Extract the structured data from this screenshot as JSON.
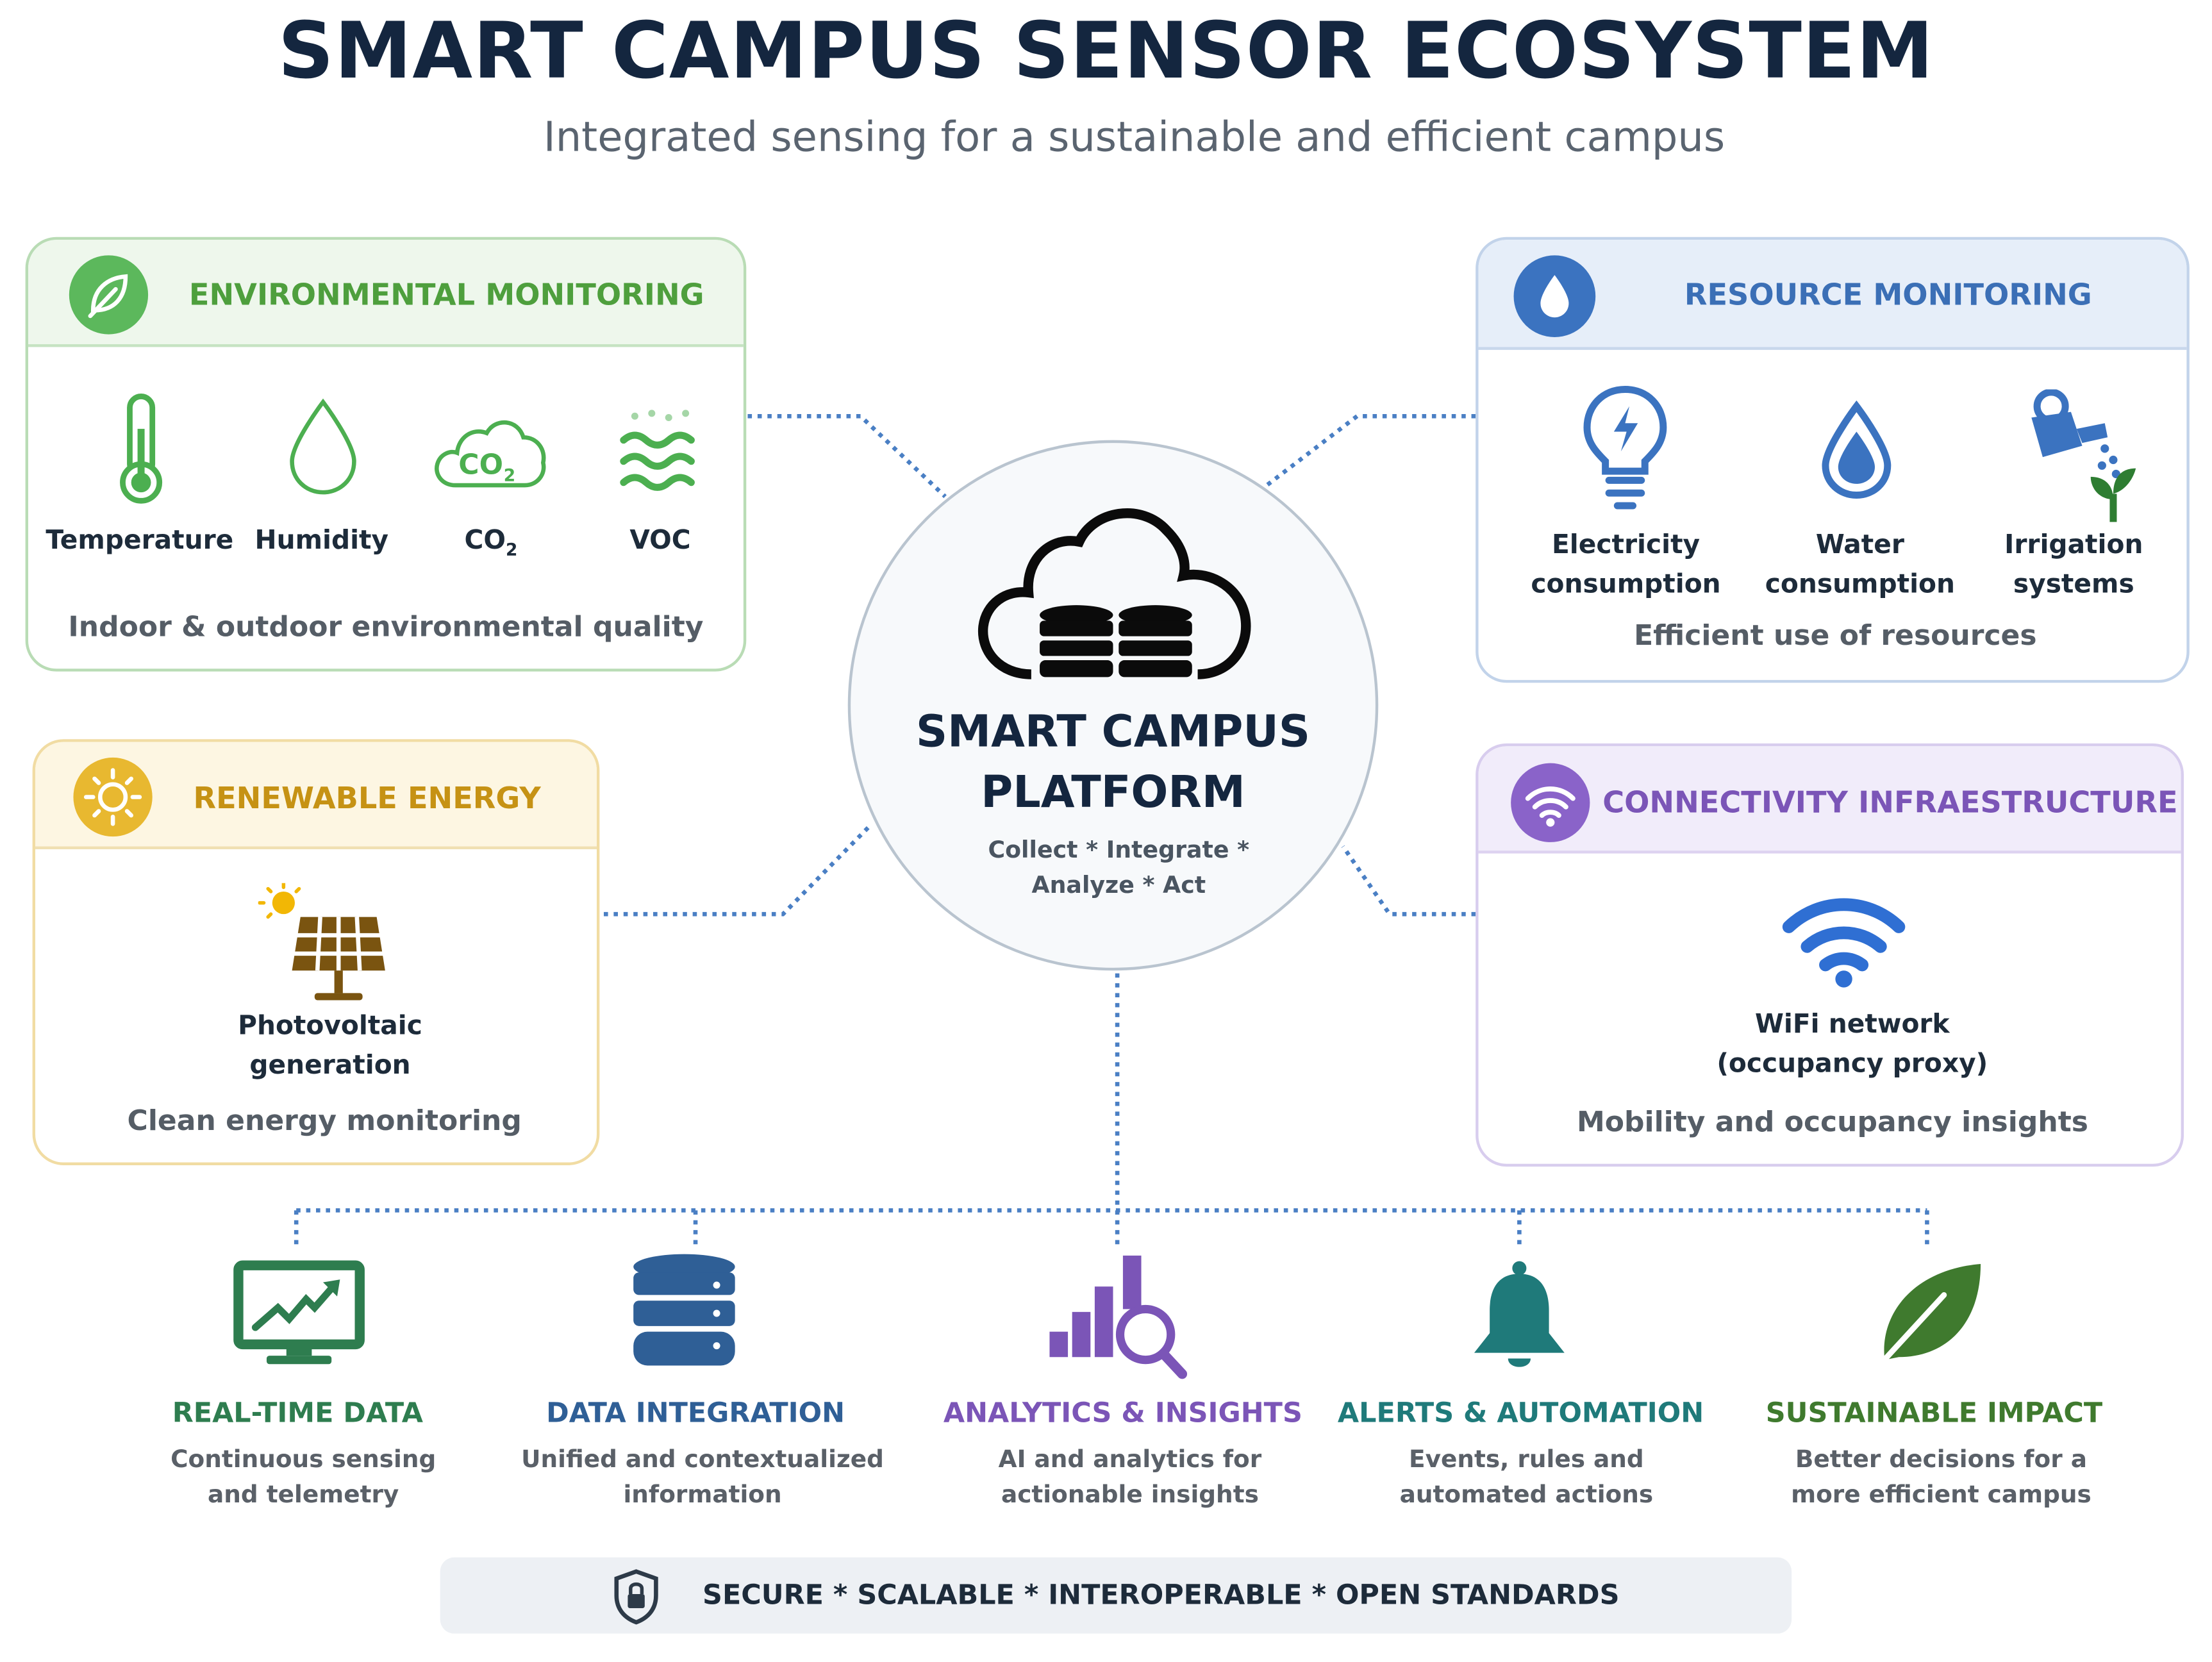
{
  "title": "SMART CAMPUS SENSOR ECOSYSTEM",
  "subtitle": "Integrated sensing for a sustainable and efficient campus",
  "colors": {
    "green": "#4caf50",
    "blue": "#3b6fb6",
    "gold": "#c69214",
    "purple": "#7b55b7",
    "navy": "#14263f"
  },
  "env": {
    "title": "ENVIRONMENTAL MONITORING",
    "items": {
      "temperature": "Temperature",
      "humidity": "Humidity",
      "co2": "CO",
      "co2_sub": "2",
      "voc": "VOC"
    },
    "icon_co2_text": "CO",
    "icon_co2_sub": "2",
    "footer": "Indoor & outdoor environmental quality"
  },
  "resource": {
    "title": "RESOURCE MONITORING",
    "electricity_l1": "Electricity",
    "electricity_l2": "consumption",
    "water_l1": "Water",
    "water_l2": "consumption",
    "irrigation_l1": "Irrigation",
    "irrigation_l2": "systems",
    "footer": "Efficient use of resources"
  },
  "renewable": {
    "title": "RENEWABLE ENERGY",
    "item_l1": "Photovoltaic",
    "item_l2": "generation",
    "footer": "Clean energy monitoring"
  },
  "connectivity": {
    "title": "CONNECTIVITY INFRAESTRUCTURE",
    "item_l1": "WiFi network",
    "item_l2": "(occupancy proxy)",
    "footer": "Mobility and occupancy insights"
  },
  "platform": {
    "title_l1": "SMART CAMPUS",
    "title_l2": "PLATFORM",
    "tag_l1": "Collect * Integrate *",
    "tag_l2": "Analyze * Act"
  },
  "features": [
    {
      "title": "REAL-TIME DATA",
      "desc_l1": "Continuous sensing",
      "desc_l2": "and telemetry",
      "color": "#2e7d4f"
    },
    {
      "title": "DATA INTEGRATION",
      "desc_l1": "Unified and contextualized",
      "desc_l2": "information",
      "color": "#2f5f96"
    },
    {
      "title": "ANALYTICS & INSIGHTS",
      "desc_l1": "AI and analytics for",
      "desc_l2": "actionable insights",
      "color": "#7b55b7"
    },
    {
      "title": "ALERTS & AUTOMATION",
      "desc_l1": "Events, rules and",
      "desc_l2": "automated actions",
      "color": "#1f7a7a"
    },
    {
      "title": "SUSTAINABLE IMPACT",
      "desc_l1": "Better decisions for a",
      "desc_l2": "more efficient campus",
      "color": "#3f7a2e"
    }
  ],
  "footer_banner": "SECURE * SCALABLE * INTEROPERABLE * OPEN STANDARDS"
}
